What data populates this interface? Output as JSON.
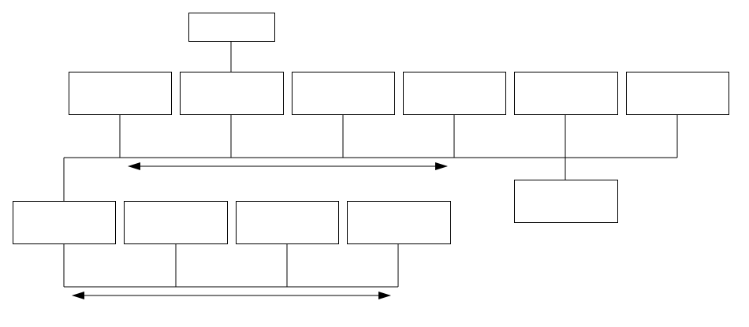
{
  "diagram": {
    "type": "block-diagram",
    "line_color": "#000000",
    "box_fill": "#ffffff",
    "boxes": [
      {
        "id": "top",
        "label": ""
      },
      {
        "id": "row1-1",
        "label": ""
      },
      {
        "id": "row1-2",
        "label": ""
      },
      {
        "id": "row1-3",
        "label": ""
      },
      {
        "id": "row1-4",
        "label": ""
      },
      {
        "id": "row1-5",
        "label": ""
      },
      {
        "id": "row1-6",
        "label": ""
      },
      {
        "id": "row1-5-child",
        "label": ""
      },
      {
        "id": "row2-1",
        "label": ""
      },
      {
        "id": "row2-2",
        "label": ""
      },
      {
        "id": "row2-3",
        "label": ""
      },
      {
        "id": "row2-4",
        "label": ""
      }
    ],
    "arrows": [
      {
        "id": "upper-double-arrow",
        "style": "double-headed"
      },
      {
        "id": "lower-double-arrow",
        "style": "double-headed"
      }
    ]
  }
}
